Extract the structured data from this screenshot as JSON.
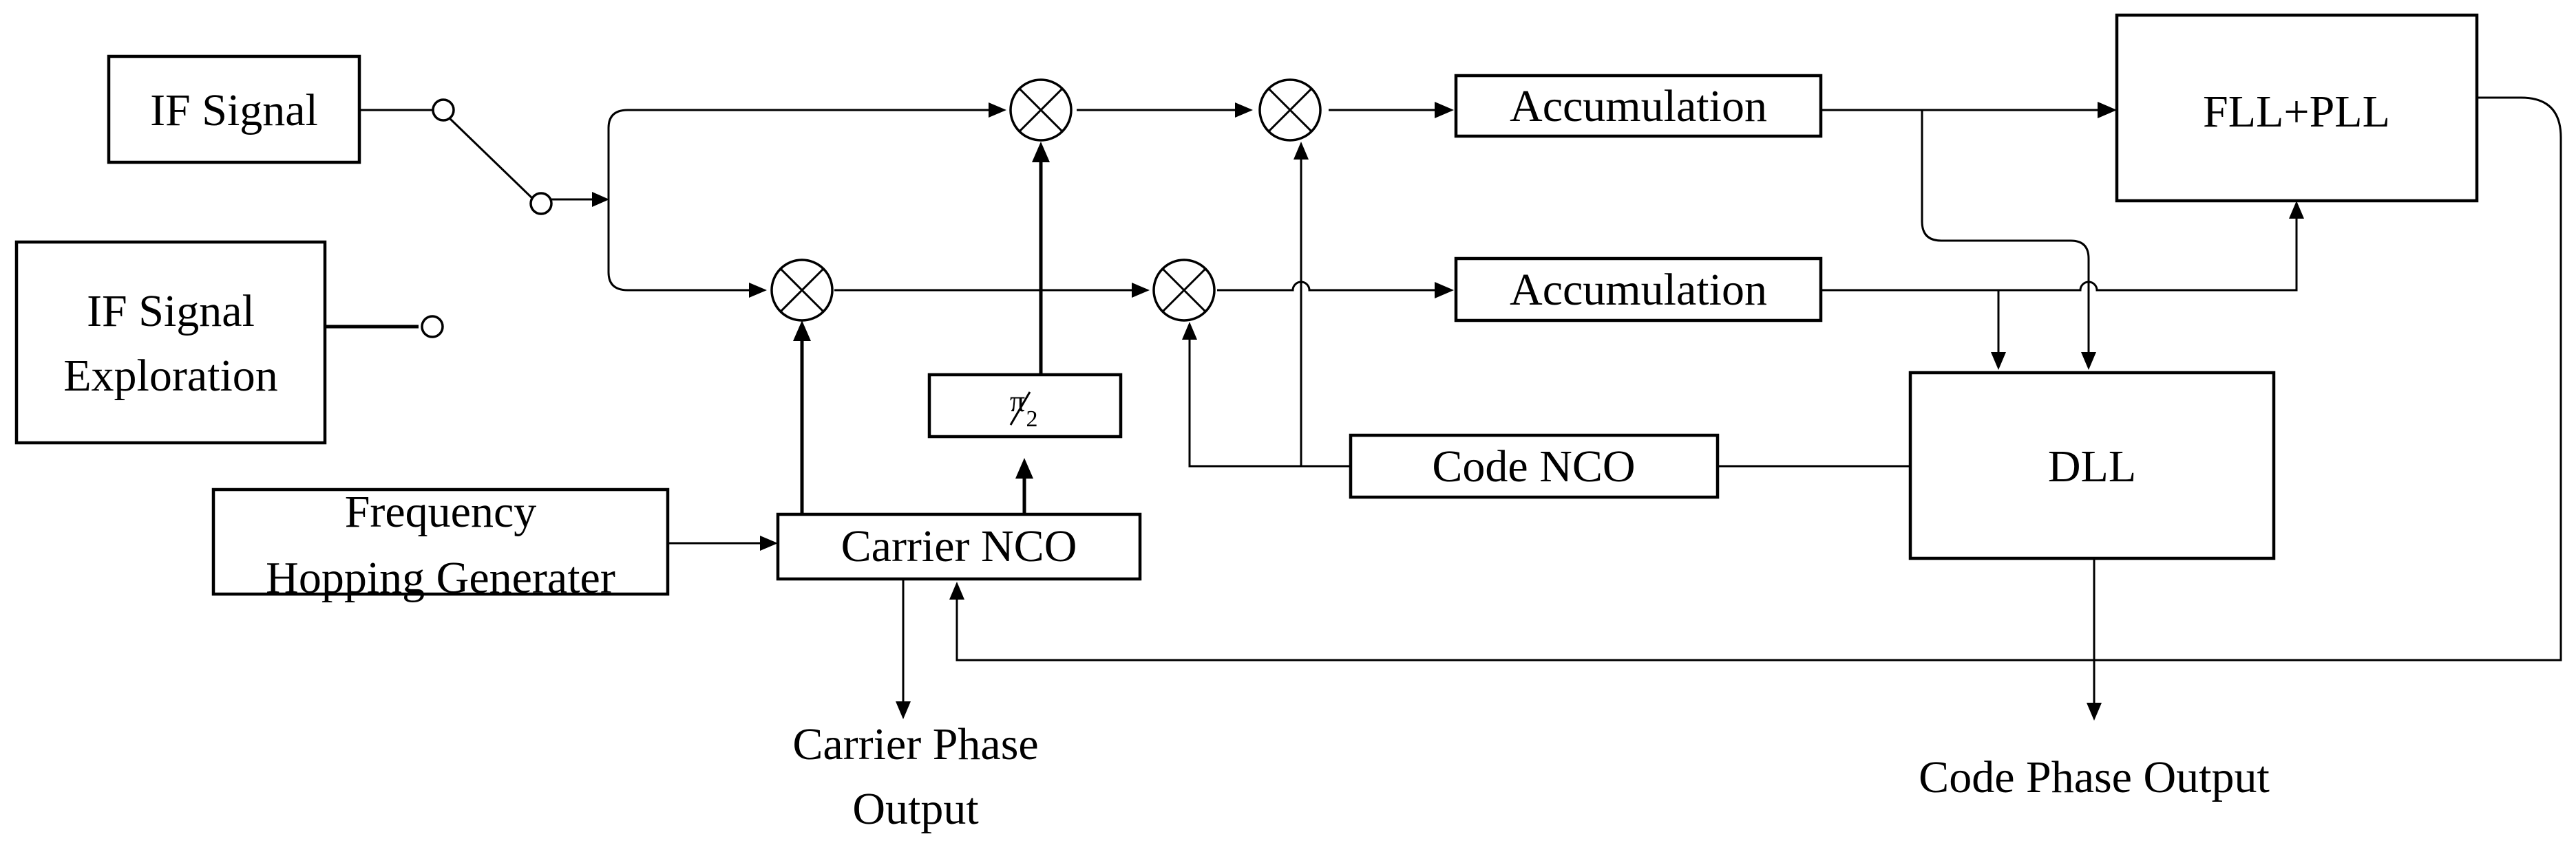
{
  "blocks": {
    "if_signal": "IF Signal",
    "if_signal_exploration": [
      "IF Signal",
      "Exploration"
    ],
    "frequency_hopping_generator": [
      "Frequency",
      "Hopping Generater"
    ],
    "carrier_nco": "Carrier NCO",
    "phase_shift": {
      "numerator": "π",
      "denominator": "2"
    },
    "code_nco": "Code NCO",
    "accumulation_top": "Accumulation",
    "accumulation_bottom": "Accumulation",
    "fll_pll": "FLL+PLL",
    "dll": "DLL"
  },
  "outputs": {
    "carrier_phase_output": [
      "Carrier Phase",
      "Output"
    ],
    "code_phase_output": "Code Phase Output"
  }
}
